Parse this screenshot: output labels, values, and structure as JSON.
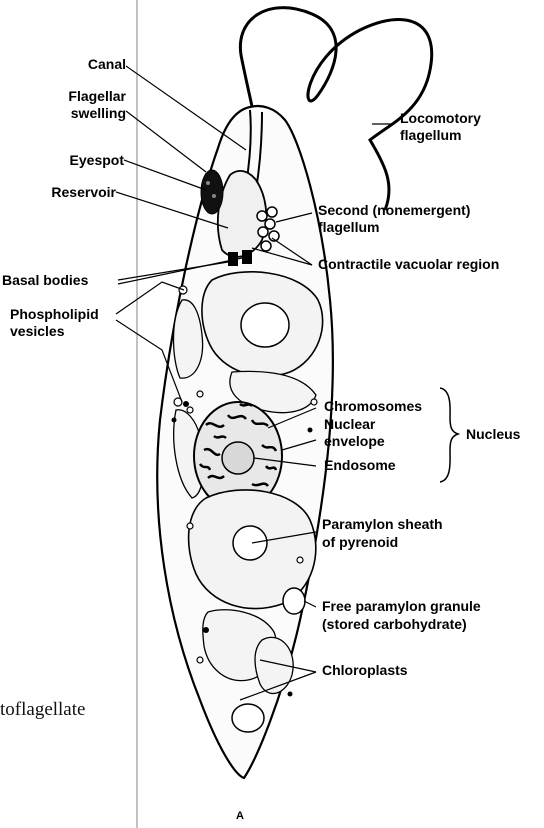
{
  "labels": {
    "canal": "Canal",
    "flagellar_swelling_1": "Flagellar",
    "flagellar_swelling_2": "swelling",
    "eyespot": "Eyespot",
    "reservoir": "Reservoir",
    "basal_bodies": "Basal bodies",
    "phospholipid_1": "Phospholipid",
    "phospholipid_2": "vesicles",
    "locomotory_1": "Locomotory",
    "locomotory_2": "flagellum",
    "second_flag_1": "Second (nonemergent)",
    "second_flag_2": "flagellum",
    "contractile": "Contractile vacuolar region",
    "chromosomes": "Chromosomes",
    "nuclear_env_1": "Nuclear",
    "nuclear_env_2": "envelope",
    "endosome": "Endosome",
    "nucleus": "Nucleus",
    "paramylon_sheath_1": "Paramylon sheath",
    "paramylon_sheath_2": "of pyrenoid",
    "free_granule_1": "Free paramylon granule",
    "free_granule_2": "(stored carbohydrate)",
    "chloroplasts": "Chloroplasts",
    "panel": "A",
    "cut_text": "toflagellate"
  }
}
